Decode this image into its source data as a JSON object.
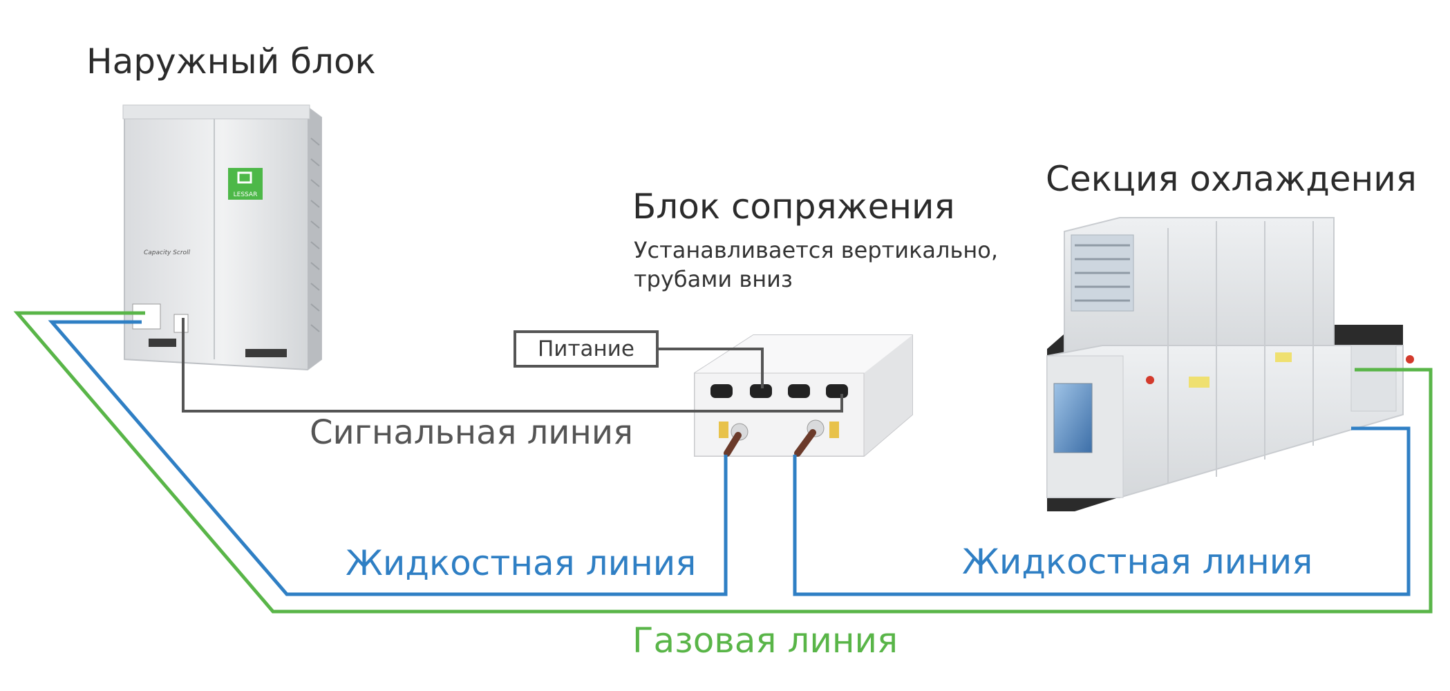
{
  "labels": {
    "outdoor_unit": "Наружный блок",
    "interface_unit": "Блок сопряжения",
    "interface_note_line1": "Устанавливается вертикально,",
    "interface_note_line2": "трубами вниз",
    "cooling_section": "Секция охлаждения",
    "power": "Питание",
    "signal_line": "Сигнальная линия",
    "liquid_line_left": "Жидкостная линия",
    "liquid_line_right": "Жидкостная линия",
    "gas_line": "Газовая линия"
  },
  "outdoor_logo": "LESSAR",
  "colors": {
    "gas_line": "#59b548",
    "liquid_line": "#2f7fc4",
    "signal_line": "#555555",
    "unit_body": "#e9eaec",
    "logo_green": "#4db848"
  }
}
